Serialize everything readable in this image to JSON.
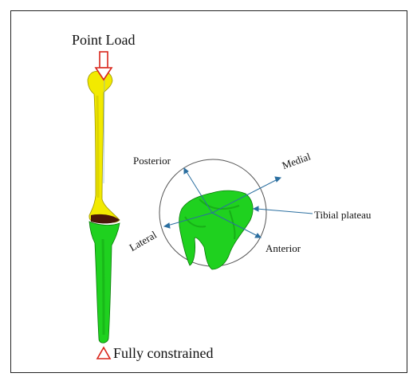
{
  "labels": {
    "point_load": "Point Load",
    "fully_constrained": "Fully constrained",
    "posterior": "Posterior",
    "medial": "Medial",
    "tibial_plateau": "Tibial plateau",
    "lateral": "Lateral",
    "anterior": "Anterior"
  },
  "colors": {
    "femur": "#f2ea00",
    "tibia": "#1fd11f",
    "arrow_axis": "#2b6fa0",
    "load_arrow": "#d9261c",
    "constraint": "#d9261c",
    "frame": "#222222"
  }
}
